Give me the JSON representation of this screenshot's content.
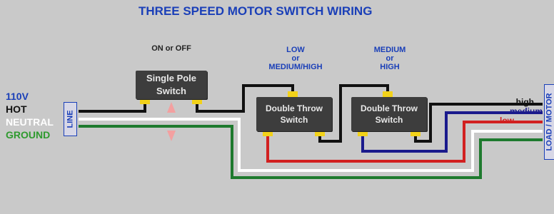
{
  "title": "THREE SPEED MOTOR SWITCH WIRING",
  "labels": {
    "sp_top": "ON or OFF",
    "dt1_top": [
      "LOW",
      "or",
      "MEDIUM/HIGH"
    ],
    "dt2_top": [
      "MEDIUM",
      "or",
      "HIGH"
    ]
  },
  "switches": {
    "single_pole": [
      "Single Pole",
      "Switch"
    ],
    "double_throw_1": [
      "Double Throw",
      "Switch"
    ],
    "double_throw_2": [
      "Double Throw",
      "Switch"
    ]
  },
  "line_terminal": "LINE",
  "load_terminal": "LOAD / MOTOR",
  "legend": {
    "voltage": "110V",
    "hot": "HOT",
    "neutral": "NEUTRAL",
    "ground": "GROUND"
  },
  "outputs": {
    "high": "high",
    "medium": "medium",
    "low": "low"
  },
  "colors": {
    "background": "#c9c9c9",
    "title": "#1a3fb8",
    "hot_wire": "#111111",
    "neutral_wire": "#ffffff",
    "ground_wire": "#1e7a2e",
    "low_wire": "#d22020",
    "medium_wire": "#1a1a8c",
    "terminal": "#f2d21a",
    "switch_body": "#3d3d3d",
    "break_marker": "#f3a0a0",
    "voltage_label": "#1a3fb8",
    "neutral_label": "#ffffff",
    "ground_label": "#2e9a2e"
  }
}
